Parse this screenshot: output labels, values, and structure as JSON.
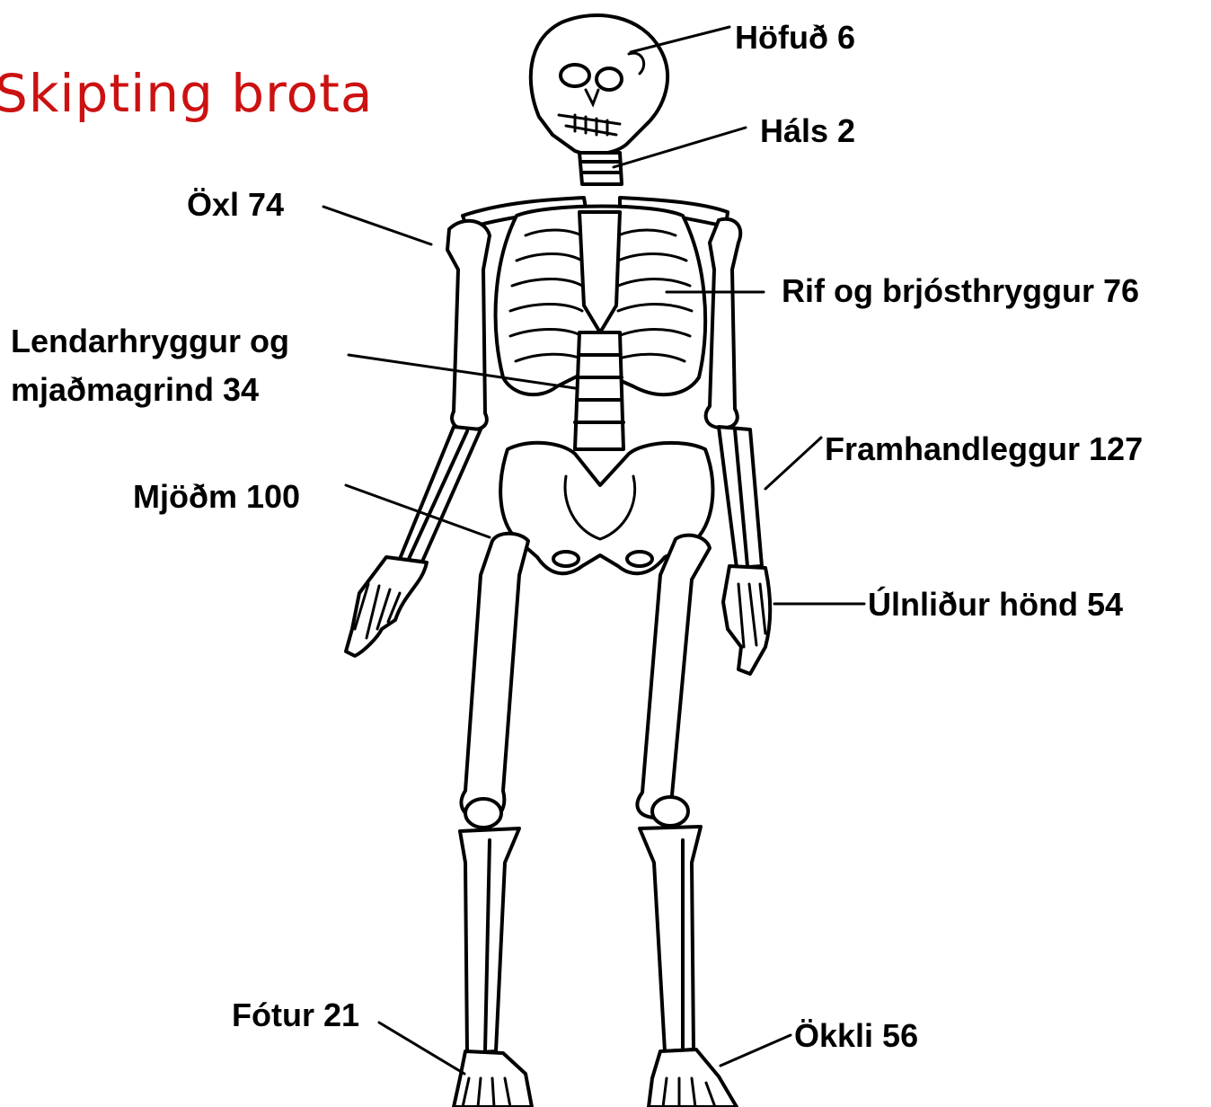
{
  "title": "Skipting brota",
  "colors": {
    "title": "#cc1111",
    "ink": "#000000",
    "background": "#ffffff"
  },
  "labels": {
    "head": "Höfuð 6",
    "neck": "Háls 2",
    "shoulder": "Öxl 74",
    "ribs": "Rif og brjósthryggur 76",
    "lumbar_line1": "Lendarhryggur og",
    "lumbar_line2": "mjaðmagrind 34",
    "forearm": "Framhandleggur 127",
    "hip": "Mjöðm 100",
    "wrist": "Úlnliður hönd 54",
    "foot": "Fótur 21",
    "ankle": "Ökkli 56"
  }
}
